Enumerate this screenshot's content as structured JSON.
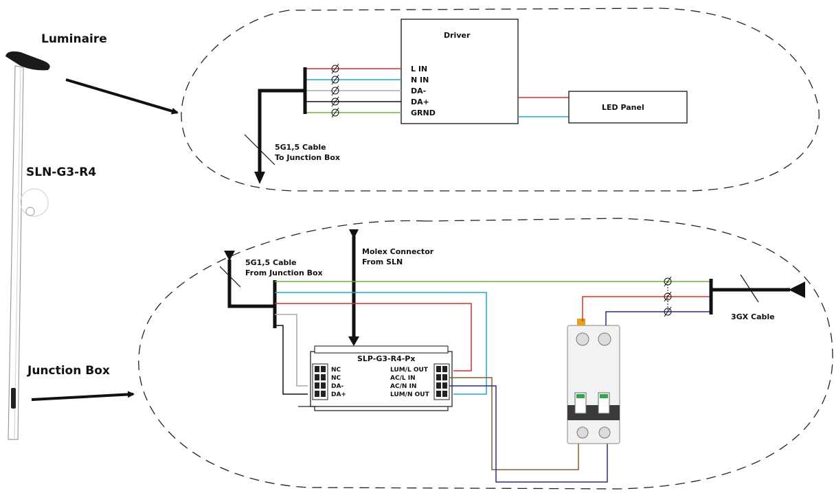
{
  "colors": {
    "red": "#d92b2b",
    "blue": "#1ca7dd",
    "gray": "#a8a8a8",
    "black": "#111111",
    "green": "#6cb33f",
    "brown": "#8b5a2b",
    "navy": "#2a2a8c"
  },
  "labels": {
    "luminaire": "Luminaire",
    "pole_model": "SLN-G3-R4",
    "junction_box": "Junction Box"
  },
  "top": {
    "driver": {
      "title": "Driver",
      "terminals": [
        "L IN",
        "N IN",
        "DA-",
        "DA+",
        "GRND"
      ]
    },
    "led_panel": "LED Panel",
    "cable_line1": "5G1,5 Cable",
    "cable_line2": "To Junction Box"
  },
  "bottom": {
    "cable_line1": "5G1,5 Cable",
    "cable_line2": "From Junction Box",
    "molex_line1": "Molex Connector",
    "molex_line2": "From SLN",
    "module": {
      "title": "SLP-G3-R4-Px",
      "left_terminals": [
        "NC",
        "NC",
        "DA-",
        "DA+"
      ],
      "right_terminals": [
        "LUM/L OUT",
        "AC/L IN",
        "AC/N IN",
        "LUM/N OUT"
      ]
    },
    "mains_cable": "3GX Cable"
  }
}
